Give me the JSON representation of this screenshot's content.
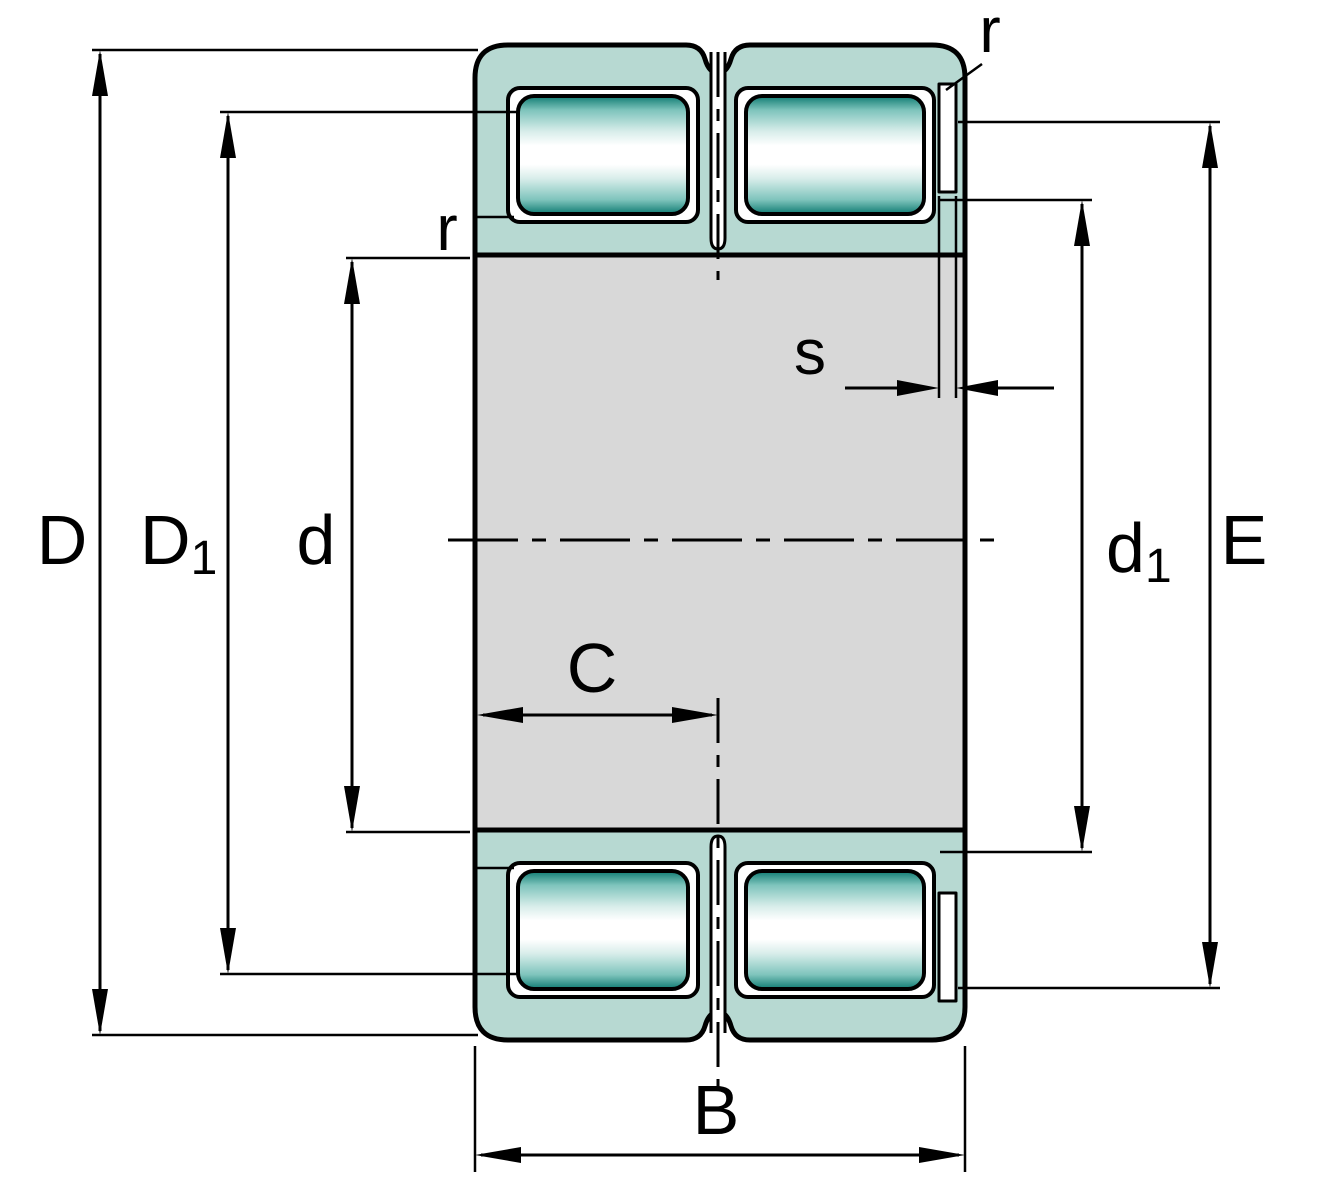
{
  "figure": {
    "labels": {
      "D": "D",
      "D1_main": "D",
      "D1_sub": "1",
      "d": "d",
      "d1_main": "d",
      "d1_sub": "1",
      "E": "E",
      "B": "B",
      "C": "C",
      "s": "s",
      "r_outer": "r",
      "r_inner": "r"
    },
    "colors": {
      "ring": "#b7d9d2",
      "bore": "#d8d8d8",
      "roller_dark": "#0f7b72",
      "roller_mid": "#7ec4bc",
      "roller_pale": "#d8edea",
      "roller_light": "#ffffff",
      "pocket": "#ffffff",
      "outline": "#000000"
    }
  }
}
